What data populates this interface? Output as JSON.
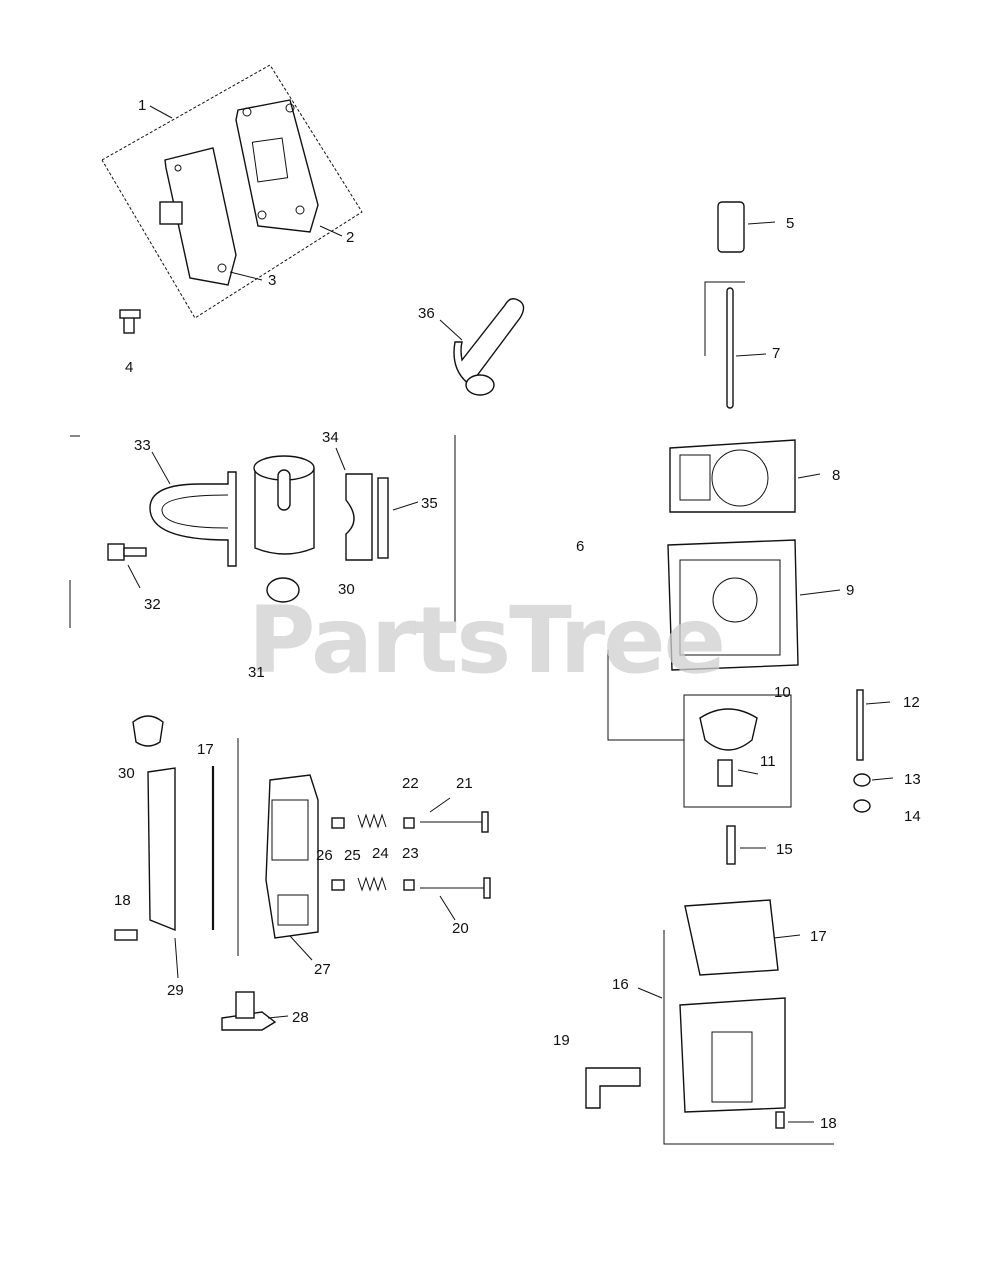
{
  "watermark": "PartsTree",
  "callouts": {
    "c1": "1",
    "c2": "2",
    "c3": "3",
    "c4": "4",
    "c5": "5",
    "c6": "6",
    "c7": "7",
    "c8": "8",
    "c9": "9",
    "c10": "10",
    "c11": "11",
    "c12": "12",
    "c13": "13",
    "c14": "14",
    "c15": "15",
    "c16": "16",
    "c17a": "17",
    "c17b": "17",
    "c18a": "18",
    "c18b": "18",
    "c19": "19",
    "c20": "20",
    "c21": "21",
    "c22": "22",
    "c23": "23",
    "c24": "24",
    "c25": "25",
    "c26": "26",
    "c27": "27",
    "c28": "28",
    "c29": "29",
    "c30a": "30",
    "c30b": "30",
    "c31": "31",
    "c32": "32",
    "c33": "33",
    "c34": "34",
    "c35": "35",
    "c36": "36"
  }
}
